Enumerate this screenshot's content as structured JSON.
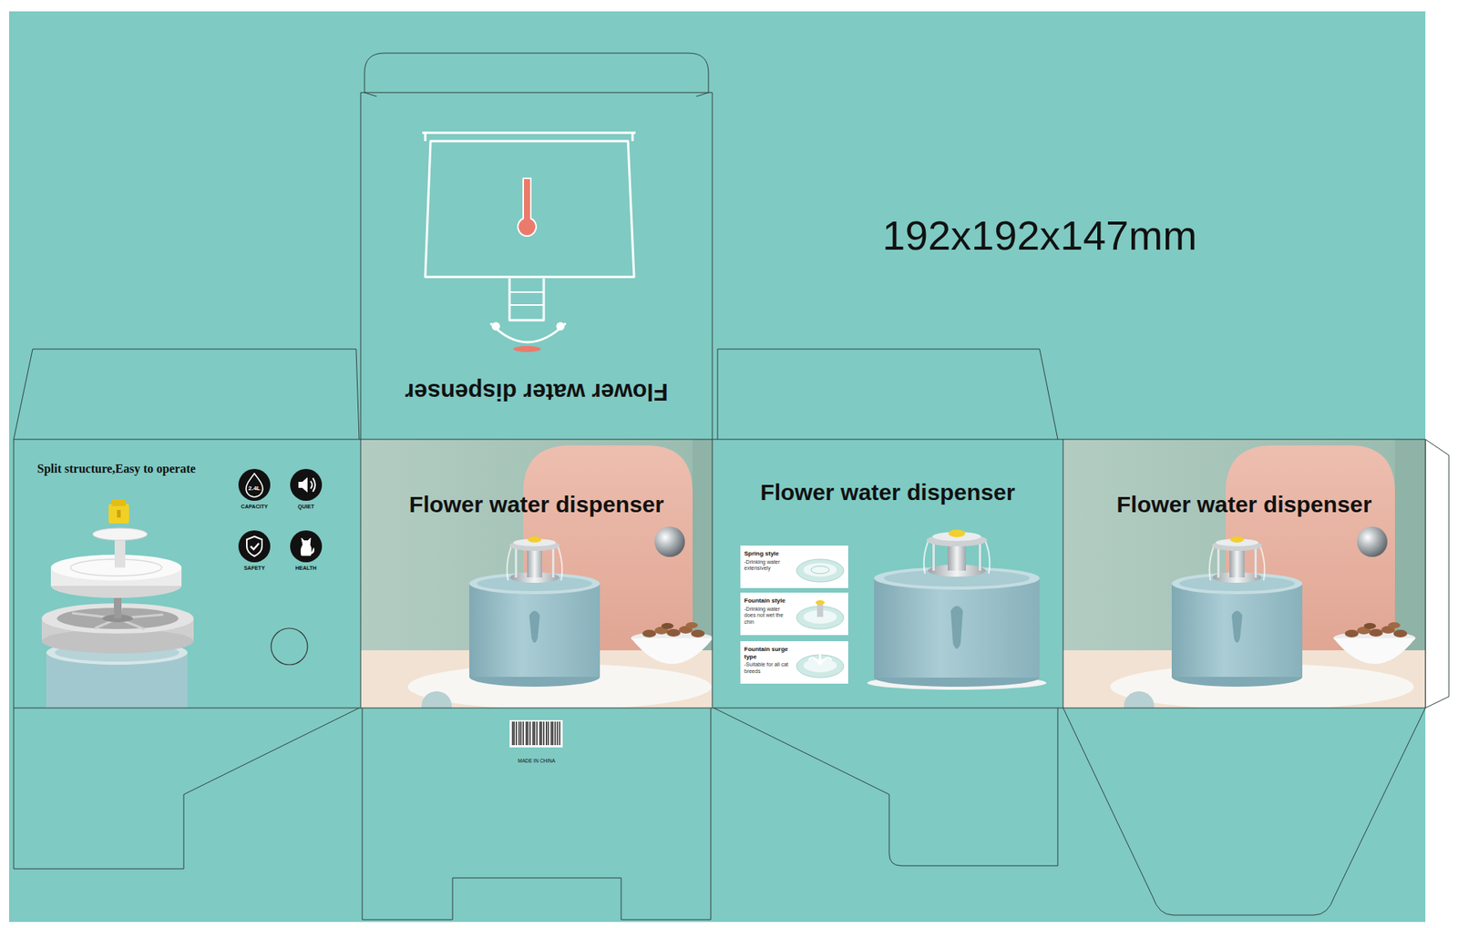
{
  "diagram": {
    "nodes": [
      {
        "text": [
          "Flower water dispenser"
        ]
      },
      {
        "text": [
          "Split structure,Easy to operate"
        ]
      },
      {
        "text": [
          "2.4L",
          "CAPACITY"
        ],
        "in": 1
      },
      {
        "text": [
          "QUIET"
        ],
        "in": 1
      },
      {
        "text": [
          "SAFETY"
        ],
        "in": 1
      },
      {
        "text": [
          "HEALTH"
        ],
        "in": 1
      },
      {
        "text": [
          "Flower water dispenser"
        ]
      },
      {
        "text": [
          "Flower water dispenser"
        ]
      },
      {
        "text": [
          "Spring style",
          "-Drinking water extensively"
        ],
        "in": 7
      },
      {
        "text": [
          "Fountain style",
          "-Drinking water does not wet the chin"
        ],
        "in": 7
      },
      {
        "text": [
          "Fountain surge type",
          "-Suitable for all cat breeds"
        ],
        "in": 7
      },
      {
        "text": [
          "Flower water dispenser"
        ]
      }
    ],
    "labels": [
      "192x192x147mm",
      "MADE IN CHINA"
    ]
  }
}
